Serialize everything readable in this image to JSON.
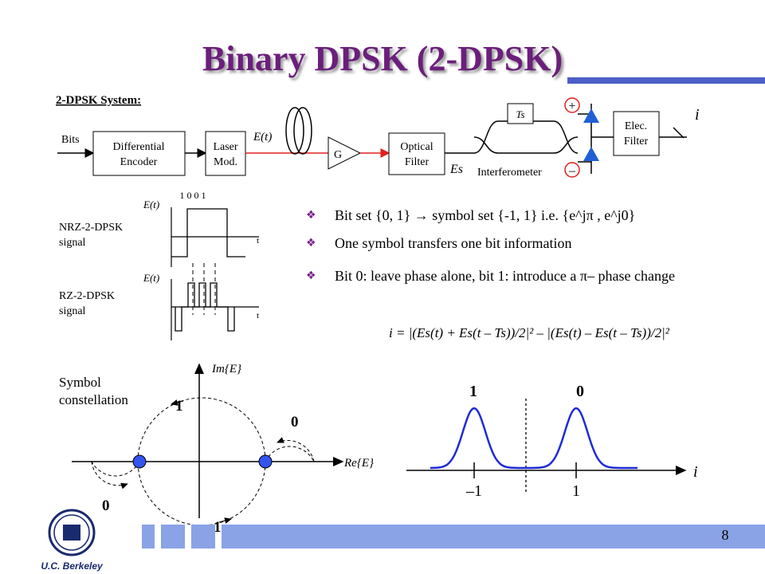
{
  "title": "Binary DPSK (2-DPSK)",
  "system": {
    "label": "2-DPSK System:",
    "bits": "Bits",
    "encoder": [
      "Differential",
      "Encoder"
    ],
    "laser": [
      "Laser",
      "Mod."
    ],
    "field": "E(t)",
    "amp": "G",
    "filter": [
      "Optical",
      "Filter"
    ],
    "es": "Es",
    "ts": "Ts",
    "interferometer": "Interferometer",
    "plus": "+",
    "minus": "–",
    "elec": [
      "Elec.",
      "Filter"
    ],
    "current": "i"
  },
  "signals": {
    "bits_seq": "1 0 0 1",
    "axis_label": "E(t)",
    "time_label": "t",
    "nrz_label": [
      "NRZ-2-DPSK",
      "signal"
    ],
    "rz_label": [
      "RZ-2-DPSK",
      "signal"
    ]
  },
  "bullets": [
    {
      "icon": "diamond-bullet-icon",
      "text": "Bit set {0, 1}  → symbol set {-1, 1} i.e. {e^jπ , e^j0}"
    },
    {
      "icon": "diamond-bullet-icon",
      "text": "One symbol transfers one bit information"
    },
    {
      "icon": "diamond-bullet-icon",
      "text": "Bit 0: leave phase alone, bit 1: introduce a π– phase change"
    }
  ],
  "formula": "i = |(Es(t) + Es(t – Ts))/2|² – |(Es(t) – Es(t – Ts))/2|²",
  "constellation": {
    "label": [
      "Symbol",
      "constellation"
    ],
    "im": "Im{E}",
    "re": "Re{E}",
    "arrow_labels": [
      "1",
      "0",
      "0",
      "1"
    ]
  },
  "distribution": {
    "labels_top": [
      "1",
      "0"
    ],
    "ticks": [
      "–1",
      "1"
    ],
    "axis": "i"
  },
  "footer": {
    "page": "8",
    "logo_text": "U.C. Berkeley"
  },
  "colors": {
    "title": "#6b1f7b",
    "accent_bar": "#4d5fc8",
    "footer_blocks": "#8aa3e6",
    "gaussian": "#1f2bd6",
    "constellation_dot": "#3355ee",
    "bullet": "#7a1f8c"
  }
}
